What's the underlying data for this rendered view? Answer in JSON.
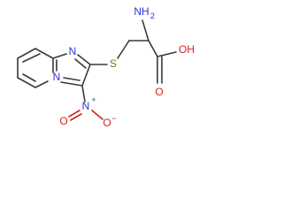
{
  "molecule": {
    "atom_labels": {
      "n_bridge": "N",
      "n_ring": "N",
      "s": "S",
      "n_nitro": "N",
      "n_nitro_charge": "+",
      "o_nitro_1": "O",
      "o_nitro_2": "O",
      "o_nitro_2_charge": "−",
      "nh2": "NH",
      "nh2_sub": "2",
      "oh": "OH",
      "o_carbonyl": "O"
    }
  }
}
